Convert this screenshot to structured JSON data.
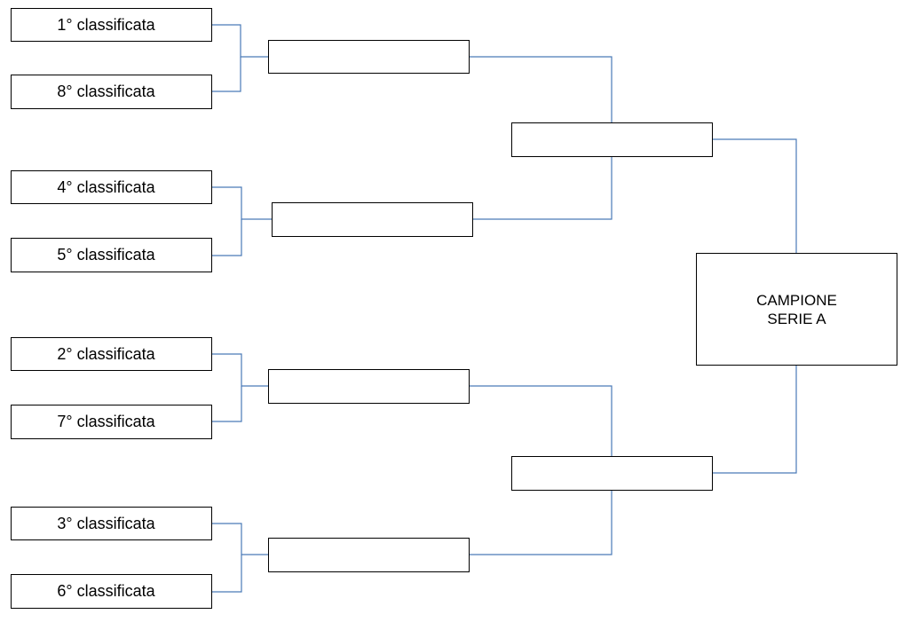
{
  "colors": {
    "box_border": "#000000",
    "connector": "#4a7ab8",
    "background": "#ffffff",
    "text": "#000000"
  },
  "seeds": [
    "1° classificata",
    "8° classificata",
    "4° classificata",
    "5° classificata",
    "2° classificata",
    "7° classificata",
    "3° classificata",
    "6° classificata"
  ],
  "quarterfinals": [
    "",
    "",
    "",
    ""
  ],
  "semifinals": [
    "",
    ""
  ],
  "champion": {
    "line1": "CAMPIONE",
    "line2": "SERIE A"
  }
}
